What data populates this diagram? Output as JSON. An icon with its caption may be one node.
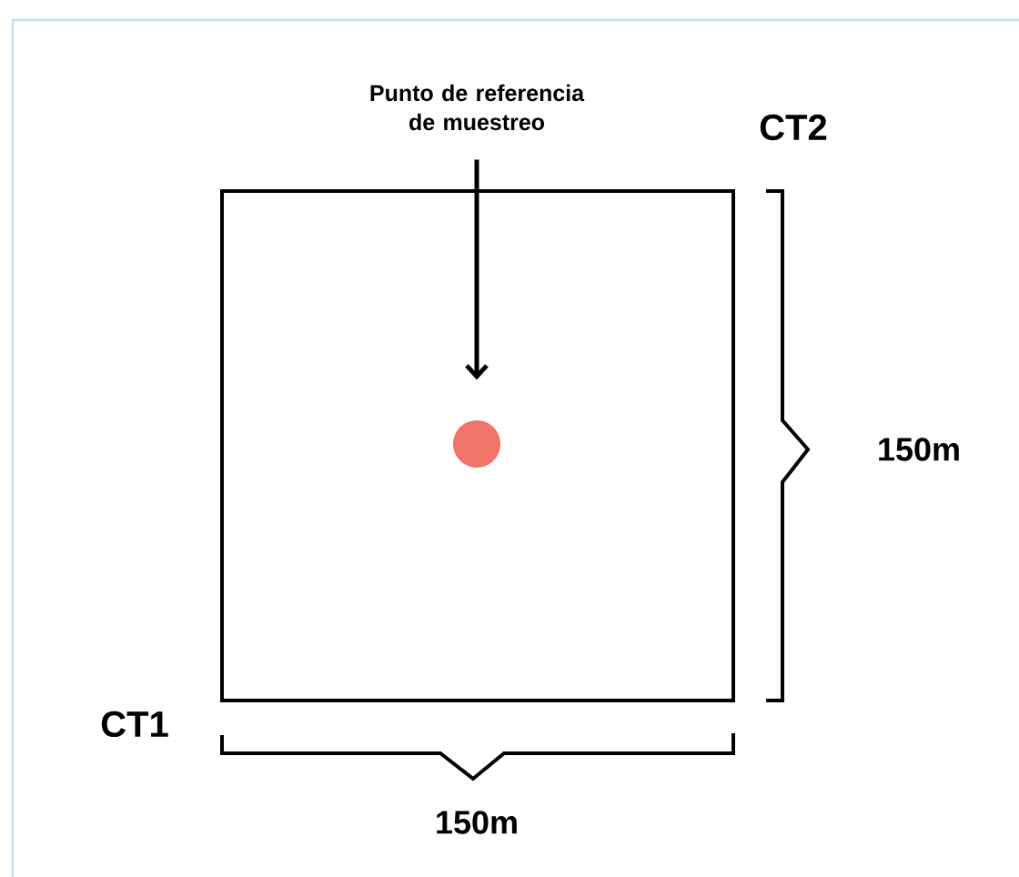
{
  "diagram": {
    "nodes": [
      {
        "text": [
          "Punto de referencia de muestreo"
        ]
      },
      {
        "text": [],
        "shape": "box"
      },
      {
        "text": [],
        "shape": "circle",
        "in": 1
      }
    ],
    "edges": [
      {
        "from": 0,
        "to": 2,
        "arrow": "to"
      }
    ],
    "labels": [
      "CT2",
      "CT1",
      "150m",
      "150m"
    ]
  }
}
